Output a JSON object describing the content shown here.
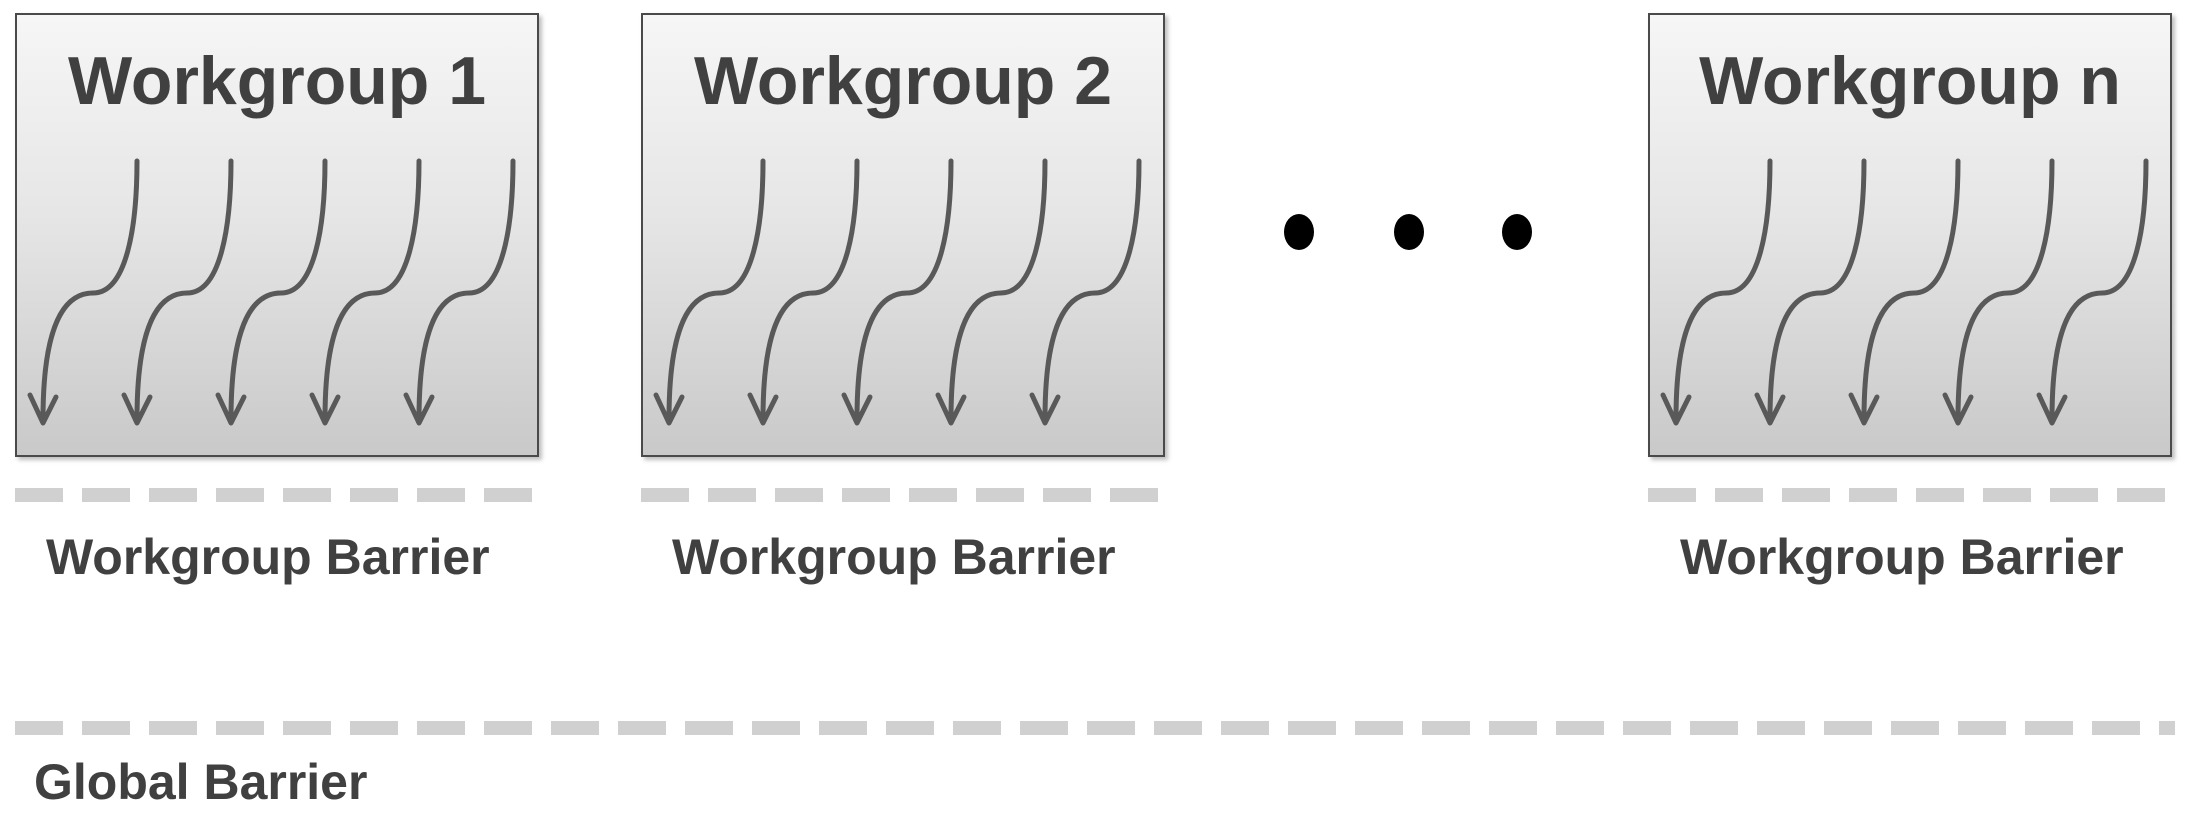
{
  "workgroups": [
    {
      "title": "Workgroup 1",
      "barrier_label": "Workgroup Barrier"
    },
    {
      "title": "Workgroup 2",
      "barrier_label": "Workgroup Barrier"
    },
    {
      "title": "Workgroup n",
      "barrier_label": "Workgroup Barrier"
    }
  ],
  "global_barrier": {
    "label": "Global Barrier"
  },
  "colors": {
    "text": "#404040",
    "arrow": "#595959",
    "barrier_dash": "#d0d0d0",
    "box_border": "#4a4a4a",
    "ellipsis_dot": "#000000"
  },
  "icons": {
    "thread": "curved-down-arrow-icon",
    "ellipsis": "ellipsis-dots"
  }
}
